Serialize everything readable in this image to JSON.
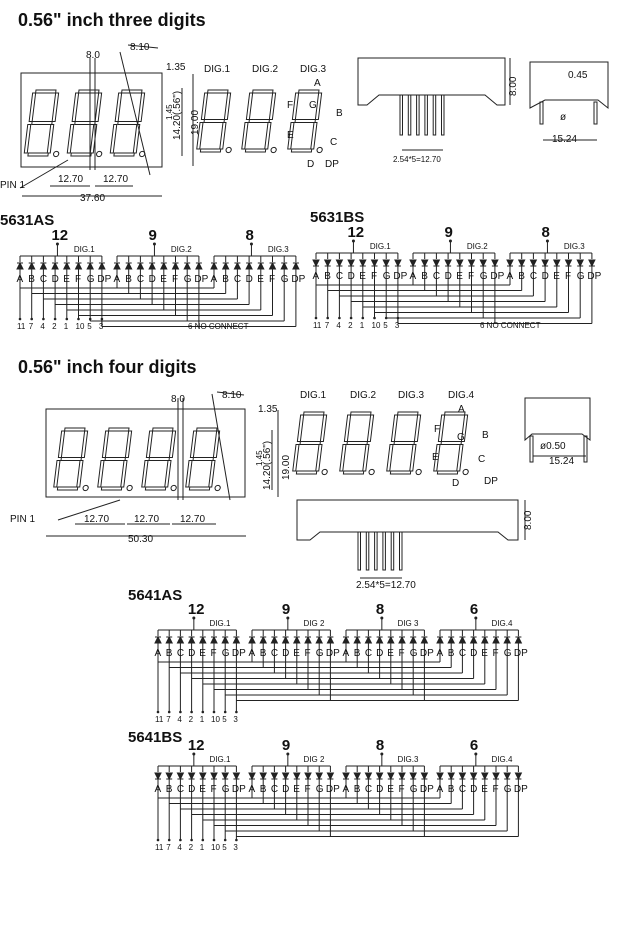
{
  "sections": [
    {
      "title": "0.56\" inch three digits",
      "digits": 3,
      "dims": {
        "seg_width": "8.0",
        "slant": "8.10",
        "gap": "1.35",
        "seg_h": "1.45",
        "height_in": "14.20(.56\")",
        "height": "19.00",
        "pitch1": "12.70",
        "pitch2": "12.70",
        "pitch3": "",
        "width": "37.60",
        "pin1": "PIN 1"
      },
      "digit_labels": [
        "DIG.1",
        "DIG.2",
        "DIG.3"
      ],
      "segment_letters": {
        "A": "A",
        "B": "B",
        "C": "C",
        "D": "D",
        "E": "E",
        "F": "F",
        "G": "G",
        "DP": "DP"
      },
      "side": {
        "depth": "8.00",
        "pins": "2.54*5=12.70"
      },
      "end": {
        "pin_dia": "0.45",
        "phi": "ø",
        "row_pitch": "15.24"
      },
      "schematics": [
        {
          "part": "5631AS",
          "type": "anode",
          "commons": [
            "12",
            "9",
            "8"
          ],
          "groups": [
            "DIG.1",
            "DIG.2",
            "DIG.3"
          ],
          "pins": [
            "11",
            "7",
            "4",
            "2",
            "1",
            "10",
            "5",
            "3"
          ],
          "note": "6 NO CONNECT"
        },
        {
          "part": "5631BS",
          "type": "cathode",
          "commons": [
            "12",
            "9",
            "8"
          ],
          "groups": [
            "DIG.1",
            "DIG.2",
            "DIG.3"
          ],
          "pins": [
            "11",
            "7",
            "4",
            "2",
            "1",
            "10",
            "5",
            "3"
          ],
          "note": "6 NO CONNECT"
        }
      ]
    },
    {
      "title": "0.56\" inch four digits",
      "digits": 4,
      "dims": {
        "seg_width": "8.0",
        "slant": "8.10",
        "gap": "1.35",
        "seg_h": "1.45",
        "height_in": "14.20(.56\")",
        "height": "19.00",
        "pitch1": "12.70",
        "pitch2": "12.70",
        "pitch3": "12.70",
        "width": "50.30",
        "pin1": "PIN 1"
      },
      "digit_labels": [
        "DIG.1",
        "DIG.2",
        "DIG.3",
        "DIG.4"
      ],
      "segment_letters": {
        "A": "A",
        "B": "B",
        "C": "C",
        "D": "D",
        "E": "E",
        "F": "F",
        "G": "G",
        "DP": "DP"
      },
      "side": {
        "depth": "8.00",
        "pins": "2.54*5=12.70"
      },
      "end": {
        "pin_dia": "ø0.50",
        "phi": "",
        "row_pitch": "15.24"
      },
      "schematics": [
        {
          "part": "5641AS",
          "type": "anode",
          "commons": [
            "12",
            "9",
            "8",
            "6"
          ],
          "groups": [
            "DIG.1",
            "DIG 2",
            "DIG 3",
            "DIG.4"
          ],
          "pins": [
            "11",
            "7",
            "4",
            "2",
            "1",
            "10",
            "5",
            "3"
          ],
          "note": ""
        },
        {
          "part": "5641BS",
          "type": "cathode",
          "commons": [
            "12",
            "9",
            "8",
            "6"
          ],
          "groups": [
            "DIG.1",
            "DIG 2",
            "DIG.3",
            "DIG.4"
          ],
          "pins": [
            "11",
            "7",
            "4",
            "2",
            "1",
            "10",
            "5",
            "3"
          ],
          "note": ""
        }
      ]
    }
  ],
  "segments": [
    "A",
    "B",
    "C",
    "D",
    "E",
    "F",
    "G",
    "DP"
  ]
}
